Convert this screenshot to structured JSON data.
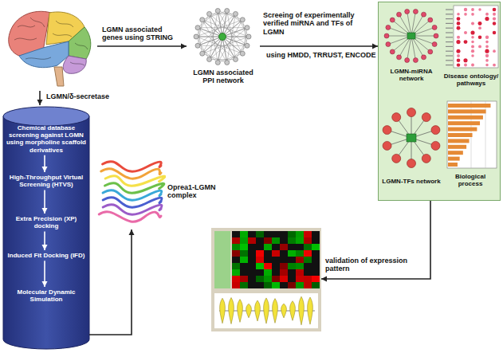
{
  "diagram": {
    "nodes": [
      {
        "text": []
      },
      {
        "text": [
          "LGMN associated PPI network"
        ]
      },
      {
        "text": []
      },
      {
        "text": [
          "LGMN-miRNA network"
        ],
        "in": 2
      },
      {
        "text": [
          "Disease ontology/ pathways"
        ],
        "in": 2
      },
      {
        "text": [
          "LGMN-TFs network"
        ],
        "in": 2
      },
      {
        "text": [
          "Biological process"
        ],
        "in": 2
      },
      {
        "text": []
      },
      {
        "text": []
      },
      {
        "text": [
          "Chemical database screening against LGMN using morpholine scaffold derivatives"
        ],
        "in": 8
      },
      {
        "text": [
          "High-Throughput Virtual Screening (HTVS)"
        ],
        "in": 8
      },
      {
        "text": [
          "Extra Precision (XP) docking"
        ],
        "in": 8
      },
      {
        "text": [
          "Induced Fit Docking (IFD)"
        ],
        "in": 8
      },
      {
        "text": [
          "Molecular Dynamic Simulation"
        ],
        "in": 8
      },
      {
        "text": [
          "Oprea1-LGMN complex"
        ]
      }
    ],
    "edges": [
      {
        "from": 0,
        "to": 1,
        "arrow": "to",
        "label": "LGMN associated genes using STRING"
      },
      {
        "from": 1,
        "to": 2,
        "arrow": "to",
        "label": "Screeing of experimentally verified miRNA and TFs of LGMN"
      },
      {
        "from": 2,
        "to": 7,
        "arrow": "to",
        "label": "validation of expression pattern"
      },
      {
        "from": 0,
        "to": 8,
        "arrow": "to",
        "label": "LGMN/δ-secretase"
      },
      {
        "from": 9,
        "to": 10,
        "arrow": "to"
      },
      {
        "from": 10,
        "to": 11,
        "arrow": "to"
      },
      {
        "from": 11,
        "to": 12,
        "arrow": "to"
      },
      {
        "from": 12,
        "to": 13,
        "arrow": "to"
      },
      {
        "from": 8,
        "to": 14,
        "arrow": "to"
      }
    ],
    "labels": [
      "using HMDD, TRRUST, ENCODE"
    ]
  }
}
